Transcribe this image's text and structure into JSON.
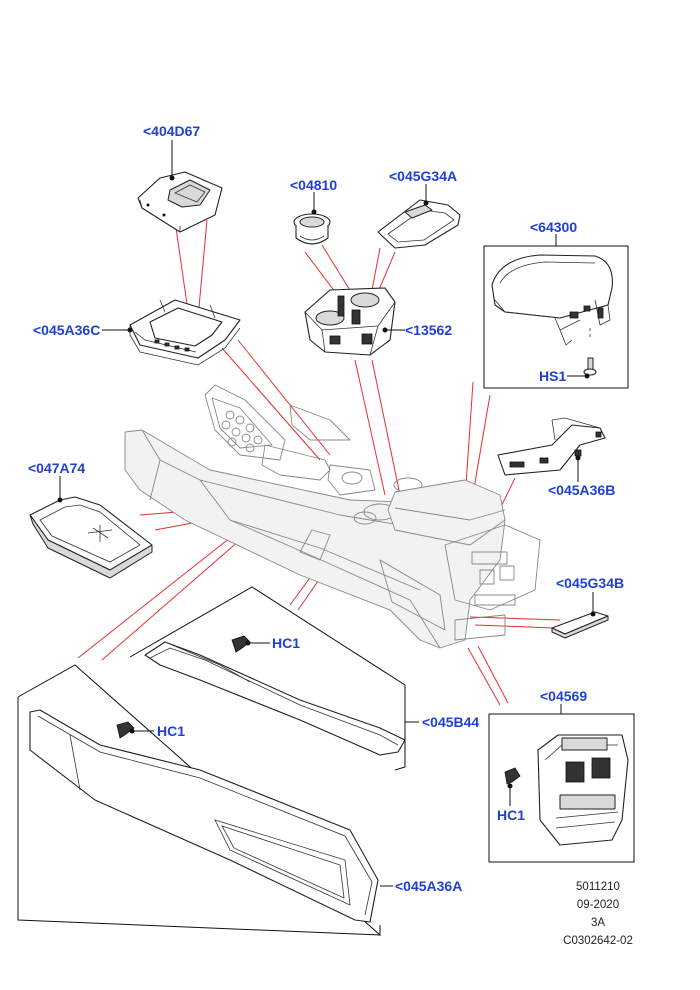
{
  "callouts": {
    "c404D67": "<404D67",
    "c04810": "<04810",
    "c045G34A": "<045G34A",
    "c64300": "<64300",
    "c045A36C": "<045A36C",
    "c13562": "<13562",
    "cHS1": "HS1",
    "c047A74": "<047A74",
    "c045A36B": "<045A36B",
    "c045G34B": "<045G34B",
    "cHC1a": "HC1",
    "cHC1b": "HC1",
    "cHC1c": "HC1",
    "c04569": "<04569",
    "c045B44": "<045B44",
    "c045A36A": "<045A36A"
  },
  "meta": {
    "code": "5011210",
    "date": "09-2020",
    "rev": "3A",
    "drawing": "C0302642-02"
  },
  "colors": {
    "callout": "#1f3fd6",
    "leader_red": "#e53030",
    "line": "#222222"
  }
}
